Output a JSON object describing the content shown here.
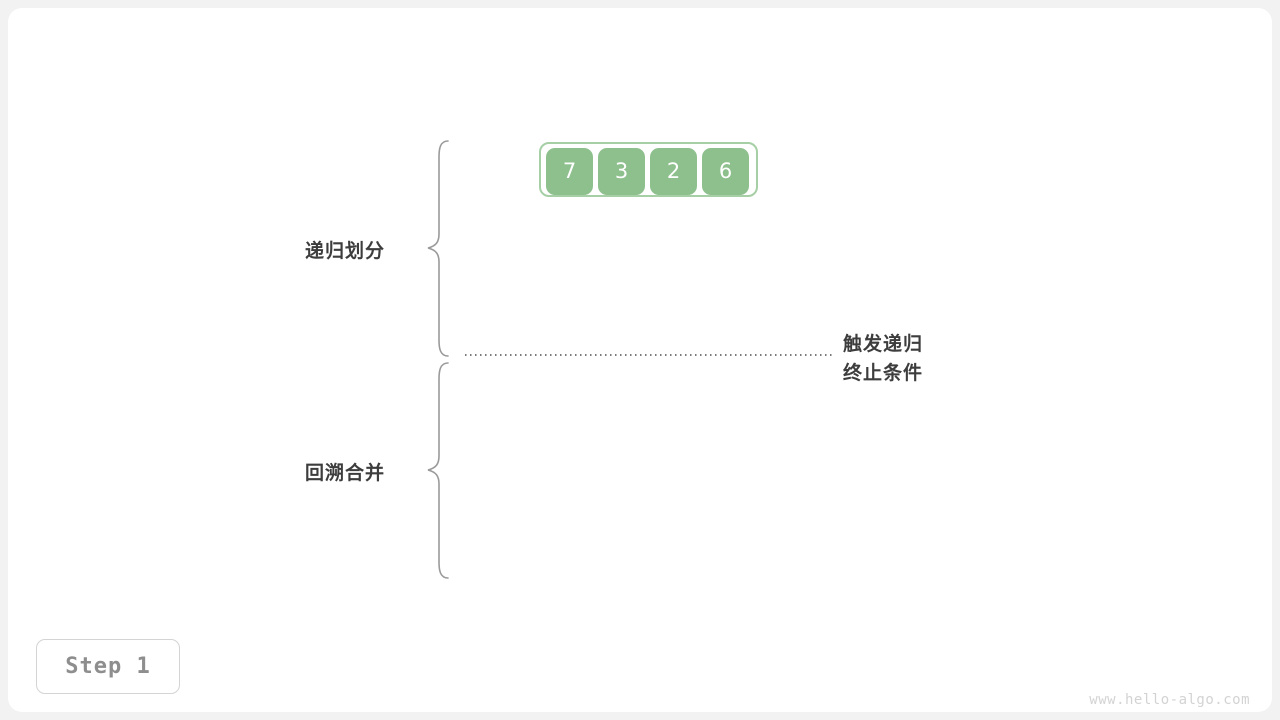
{
  "diagram": {
    "title": "merge-sort-recursion-step-1",
    "array": {
      "name": "input-array",
      "values": [
        "7",
        "3",
        "2",
        "6"
      ],
      "cell_color": "#8ec08e",
      "border_color": "#a6cfa6",
      "text_color": "#ffffff"
    },
    "sections": [
      {
        "id": "divide",
        "label": "递归划分"
      },
      {
        "id": "merge",
        "label": "回溯合并"
      }
    ],
    "termination_note": {
      "line1": "触发递归",
      "line2": "终止条件"
    },
    "step_badge": {
      "label": "Step 1"
    },
    "watermark": {
      "text": "www.hello-algo.com"
    },
    "colors": {
      "page_background": "#f2f2f2",
      "card_background": "#ffffff",
      "text": "#3d3d3d",
      "muted": "#8e8e8e",
      "divider": "#7a7a7a"
    }
  }
}
